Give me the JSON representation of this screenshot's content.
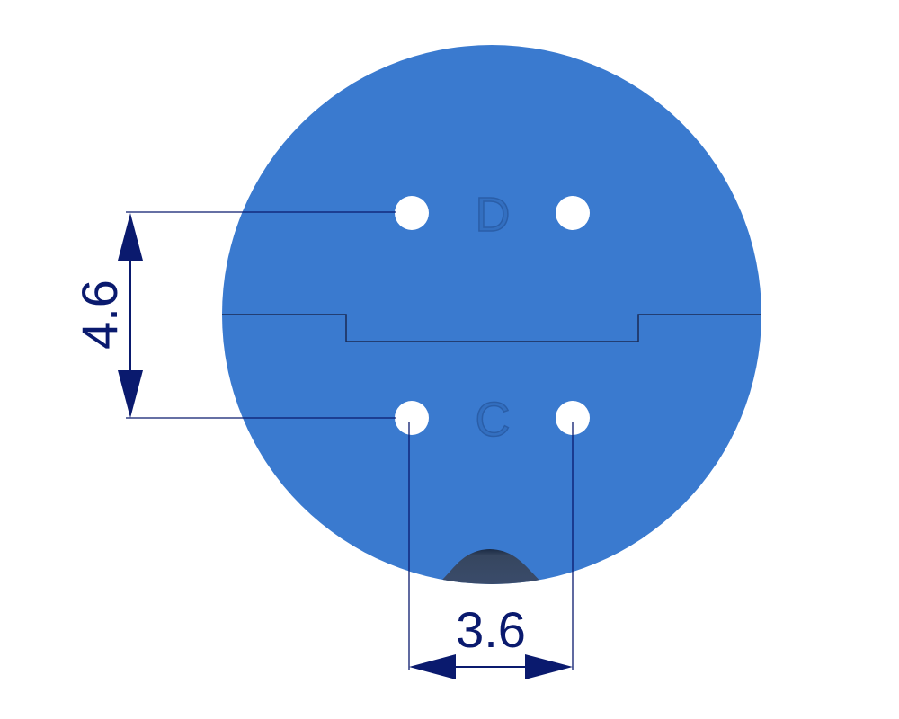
{
  "diagram": {
    "labels": {
      "upper_mark": "D",
      "lower_mark": "C"
    },
    "dimensions": {
      "vertical": "4.6",
      "horizontal": "3.6"
    },
    "colors": {
      "body": "#3a7acf",
      "dimension": "#0a1a6e",
      "hole": "#ffffff",
      "notch": "#3a4a66"
    }
  }
}
